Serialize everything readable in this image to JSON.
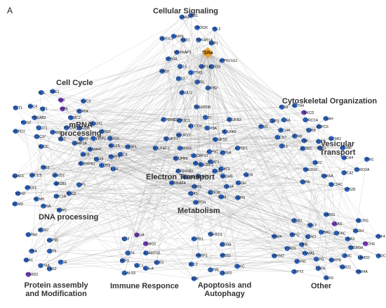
{
  "panel_label": "A",
  "hub": {
    "label": "ERα",
    "color": "#f0a020"
  },
  "colors": {
    "node_default": "#2f6fd6",
    "node_highlight": "#8a3ccf",
    "node_teal": "#2ab3c0",
    "edge": "#9a9a9a"
  },
  "categories": [
    {
      "id": "cellsig",
      "title": "Cellular Signaling",
      "nodes": [
        "GNB1",
        "PROCR",
        "PRKAR1A",
        "TBL2",
        "RAP1",
        "STX4",
        "ATP6V1G1",
        "DDX18",
        "RAP1A",
        "COPB2",
        "LRRS",
        "CLPTM1",
        "AP2A12",
        "STX3",
        "CD16",
        "RAB3",
        "VPS4A",
        "MAPKAP1",
        "SH3GL1",
        "CHMP4",
        "RAB1",
        "GNA2"
      ],
      "highlight": [
        "PRKCD"
      ]
    },
    {
      "id": "cellcycle",
      "title": "Cell Cycle",
      "nodes": [
        "RAE1",
        "PA3",
        "RIP6",
        "SMC3",
        "NUP54",
        "PSMC2",
        "NUDT1",
        "ZNF638",
        "PRKAB",
        "CHMP1A",
        "MAZ",
        "STRN3",
        "NUDC",
        "CDC37",
        "FLOT1",
        "HSPD1",
        "POGZ",
        "PRKAB2",
        "SGT1",
        "RFC4",
        "RIF1",
        "NCL"
      ],
      "highlight": [
        "PA3",
        "RIP6",
        "SGTA"
      ]
    },
    {
      "id": "mrna",
      "title": "mRNA processing",
      "nodes": [
        "DDX52",
        "DDX20",
        "HELLS",
        "SRSF1",
        "CCT4",
        "PRPF8",
        "ILF3",
        "FLOT2",
        "DDX5",
        "HNRNPA1",
        "SAFB",
        "SEMA4C",
        "AGR2",
        "POLDIP2"
      ],
      "highlight": []
    },
    {
      "id": "dna",
      "title": "DNA processing",
      "nodes": [
        "PA12",
        "LRWD1",
        "HMGB1",
        "TOP1",
        "RFC2",
        "SMC1A",
        "RRM1",
        "PCNA",
        "MCM5",
        "MCM3",
        "MSH2",
        "APEX1",
        "H2AFX",
        "XRCC5"
      ],
      "highlight": []
    },
    {
      "id": "et",
      "title": "Electron Transport",
      "nodes": [
        "TMEM55B",
        "TCP1",
        "COX5A",
        "NDUFB3",
        "NDUFA9",
        "NDUFS2",
        "ATP5F1",
        "ATP5A",
        "ATP5C",
        "SDHA",
        "UQCRC1",
        "UQCRFS1",
        "ATP6V0A1",
        "NDUFB6",
        "CYB5R3",
        "NDUFAF3",
        "NDUFV1",
        "NDUFV2",
        "ATP6V0D1",
        "ATP2C1",
        "MT-CO2"
      ],
      "highlight": []
    },
    {
      "id": "metab",
      "title": "Metabolism",
      "nodes": [
        "BCAT1",
        "ACAT2",
        "HADHB",
        "FASN",
        "UGDH",
        "LDHA",
        "G6PD",
        "PKM",
        "ALDOA",
        "GAPDH",
        "PGK1",
        "ENO1",
        "NDUFAF4",
        "NDUFA5",
        "TALDO1",
        "ME2"
      ],
      "highlight": []
    },
    {
      "id": "cyto",
      "title": "Cytoskeletal Organization",
      "nodes": [
        "ACTN4",
        "PRKCD",
        "CORO1A",
        "ENAH",
        "ARPC5",
        "TUBB",
        "ACTB",
        "VIM",
        "MYH9",
        "CFL1",
        "CLCN7",
        "LRCH4",
        "TPM1",
        "CAP1",
        "FLNA",
        "PLS3"
      ],
      "highlight": [
        "PRKCD"
      ]
    },
    {
      "id": "vesicular",
      "title": "Vesicular Transport",
      "nodes": [
        "GOSR2",
        "STRBP",
        "LRCH4",
        "TPM1",
        "CORO2A",
        "CDC42",
        "VPS35",
        "SEC24C",
        "RAB5A",
        "COPA",
        "TMED10",
        "SNX2",
        "AP2M1",
        "ARF1"
      ],
      "highlight": []
    },
    {
      "id": "protein",
      "title": "Protein assembly and Modification",
      "nodes": [
        "MCM7",
        "HSP90",
        "CCT5",
        "ST3A",
        "BAG2",
        "CCT6A",
        "PSMD2",
        "UBA1",
        "PPIA",
        "HSPA8"
      ],
      "highlight": [
        "PSMD2"
      ]
    },
    {
      "id": "immune",
      "title": "Immune Responce",
      "nodes": [
        "NDUA",
        "DEMG2",
        "ADAMTS5",
        "EHD1",
        "HLA-A",
        "SEC1",
        "LGALS3",
        "SKP1",
        "CD74",
        "B2M"
      ],
      "highlight": [
        "NDUA",
        "DEMG2"
      ]
    },
    {
      "id": "apoptosis",
      "title": "Apoptosis and Autophagy",
      "nodes": [
        "TGFB1I1",
        "ATG9A",
        "VPS51",
        "PRKC",
        "CASP3",
        "CLTML",
        "BAX",
        "BCL2",
        "PARP1",
        "HSPB1"
      ],
      "highlight": []
    },
    {
      "id": "other",
      "title": "Other",
      "nodes": [
        "RAB31",
        "GNAS",
        "LOPAC",
        "PACRG",
        "UGDH",
        "UBR3",
        "RNF4",
        "PTCH4",
        "TMEM34",
        "YRDC",
        "LAMD2",
        "LSMC",
        "RAB4A",
        "RAB21",
        "SNRPB",
        "DHX9",
        "TPRN",
        "CCPG",
        "CNPY2",
        "SFXN1",
        "PSMA1",
        "SRRM2",
        "STAU1",
        "PIPB",
        "RBM4",
        "SFPQ",
        "NONO",
        "SF3B1",
        "RPL7",
        "TUBA1"
      ],
      "highlight": [
        "GNAS",
        "PTCH4"
      ]
    }
  ]
}
